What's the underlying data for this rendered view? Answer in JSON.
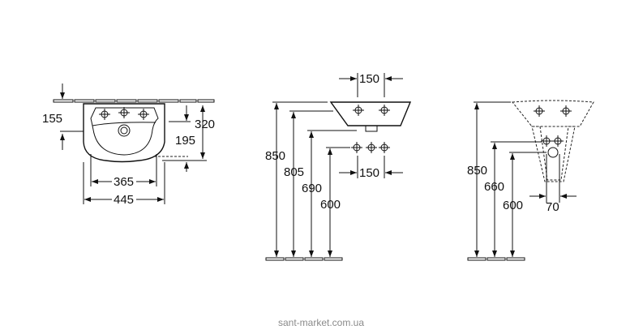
{
  "front_view": {
    "dims": {
      "tap_offset": "155",
      "height_total": "320",
      "height_overflow": "195",
      "inner_width": "365",
      "outer_width": "445"
    }
  },
  "side_view": {
    "dims": {
      "tap_spacing_top": "150",
      "tap_spacing_bottom": "150",
      "rim_height": "850",
      "tap_height": "805",
      "drain_height": "690",
      "supply_height": "600"
    }
  },
  "pedestal_view": {
    "dims": {
      "rim_height": "850",
      "supply_height": "660",
      "drain_height": "600",
      "drain_width": "70"
    }
  },
  "footer": {
    "watermark": "sant-market.com.ua"
  }
}
